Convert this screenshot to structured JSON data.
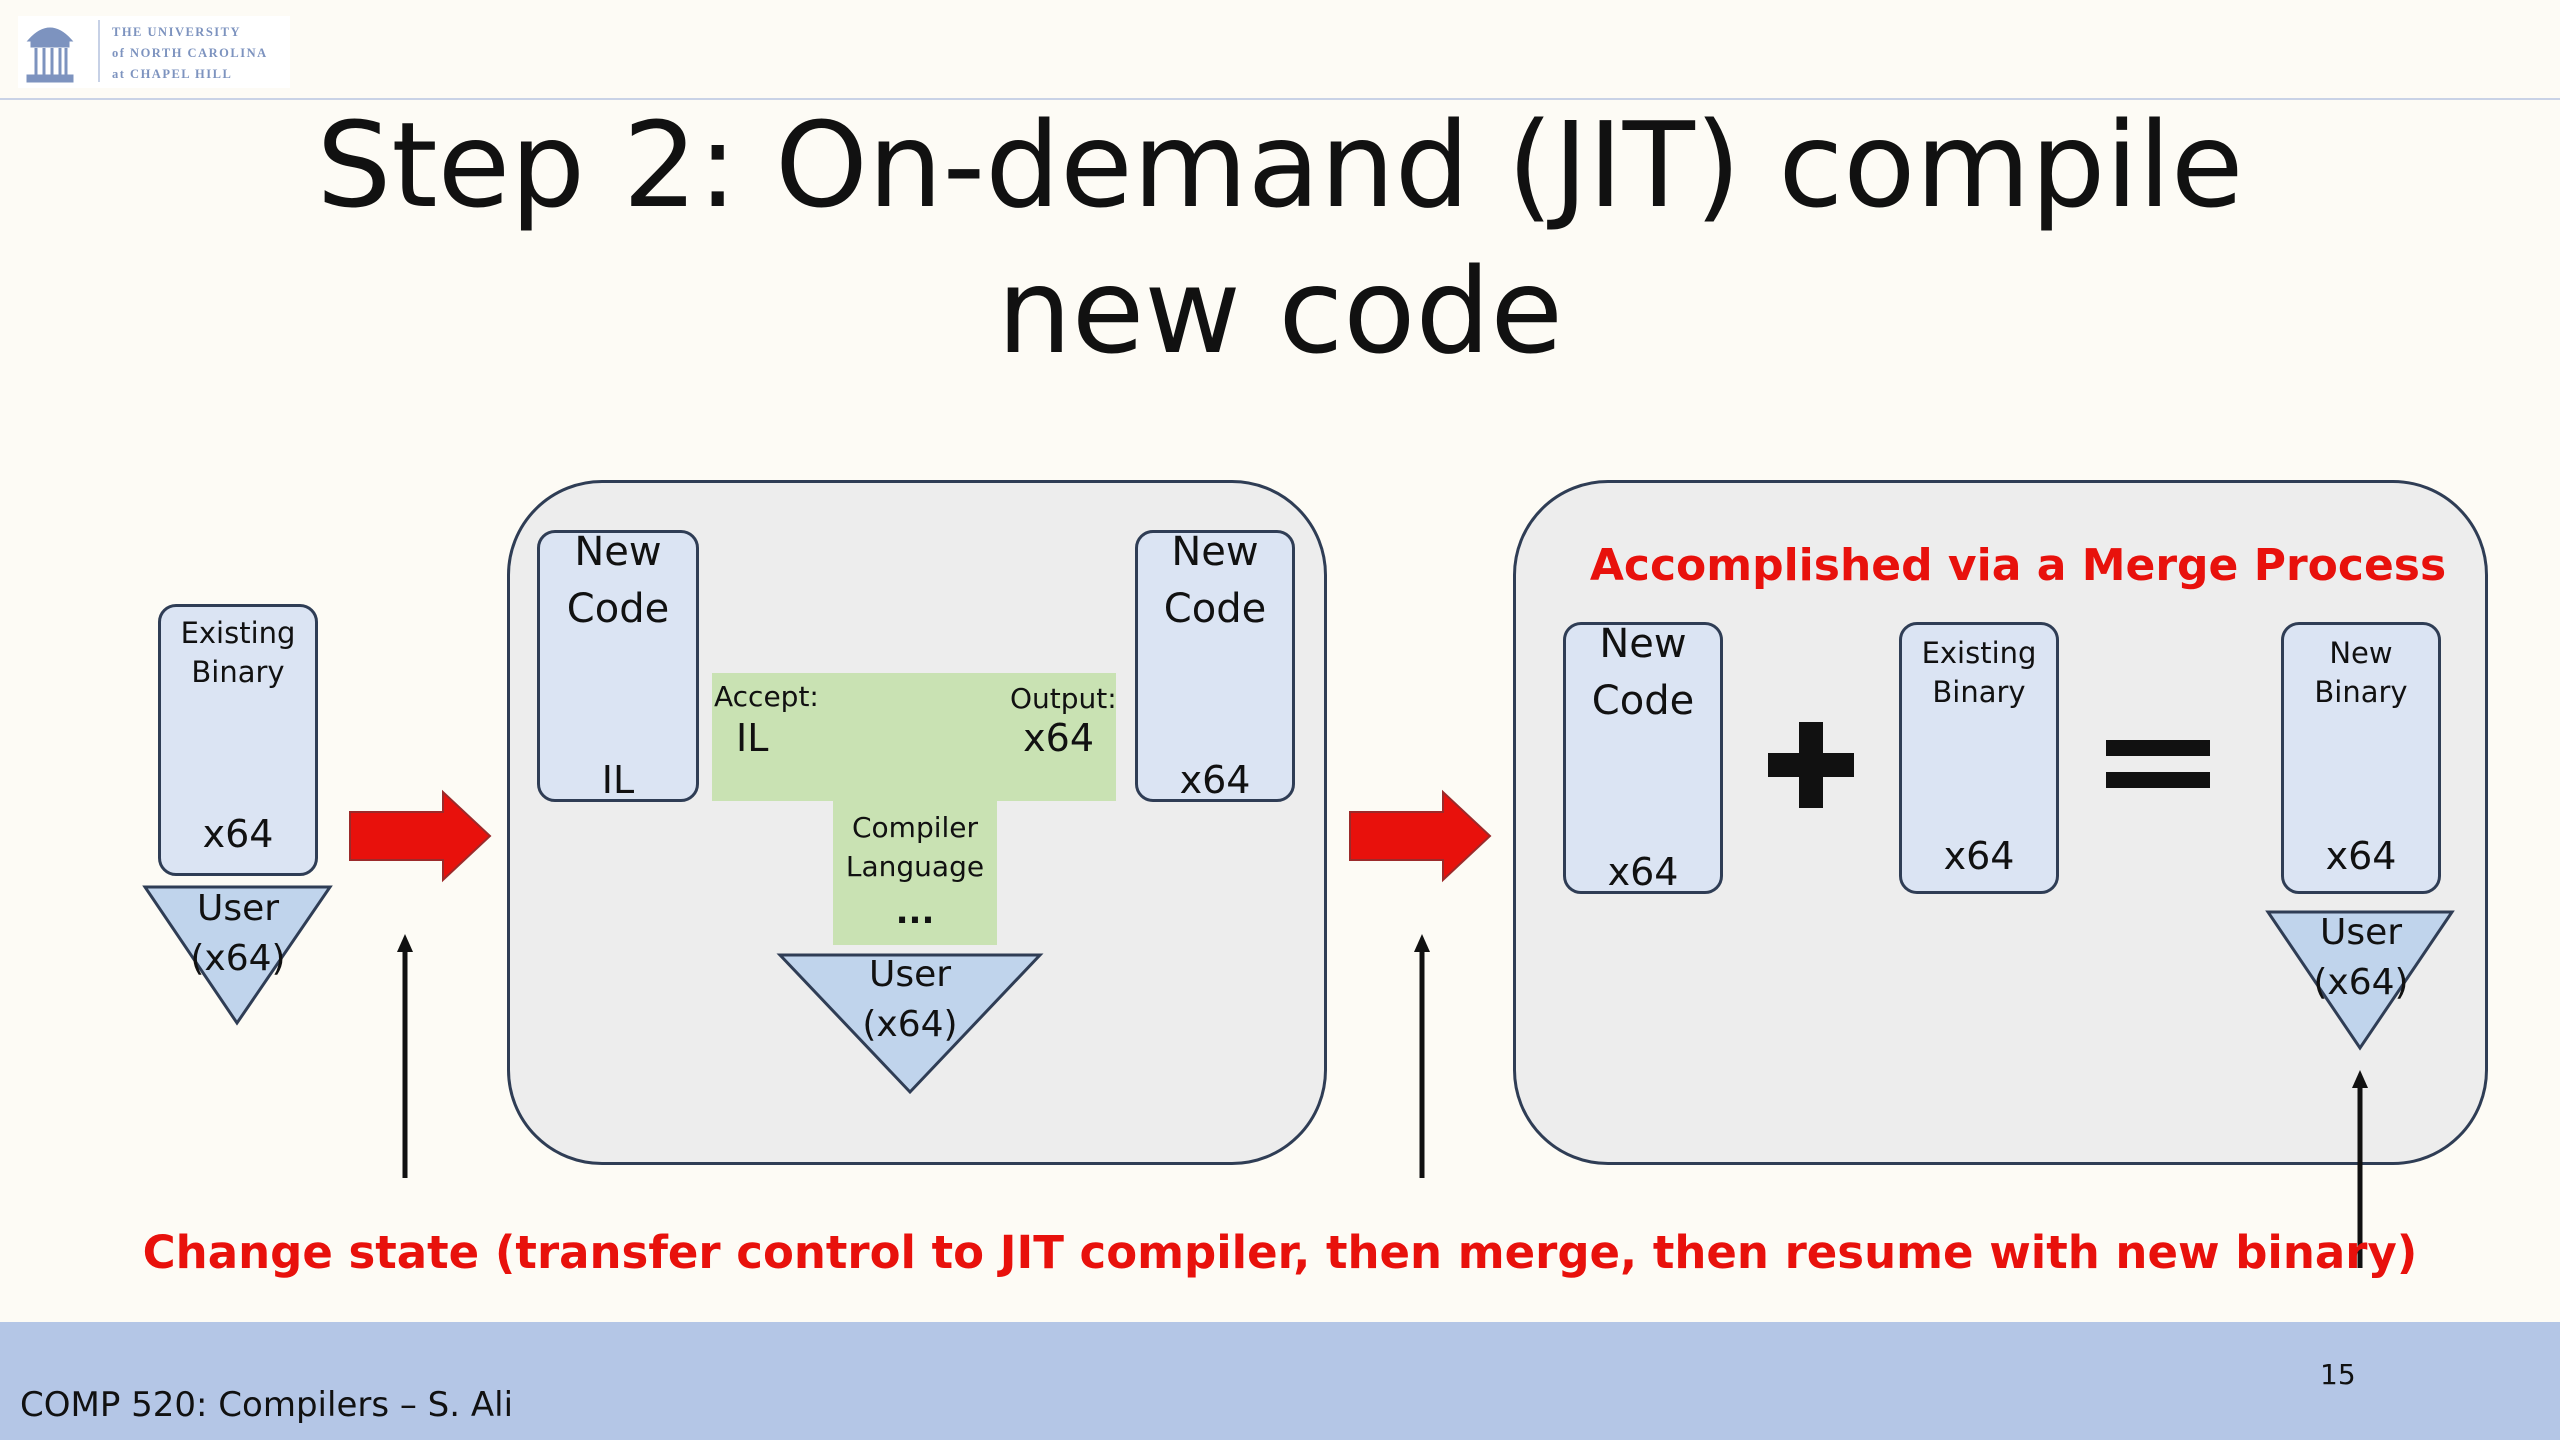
{
  "header": {
    "logo_lines": [
      "THE UNIVERSITY",
      "of NORTH CAROLINA",
      "at CHAPEL HILL"
    ],
    "title_line1": "Step 2: On-demand (JIT) compile",
    "title_line2": "new code"
  },
  "left": {
    "existing_binary_label": "Existing\nBinary",
    "existing_binary_arch": "x64",
    "user_label": "User\n(x64)"
  },
  "middle": {
    "new_code_left_label": "New\nCode",
    "new_code_left_lang": "IL",
    "accept_label": "Accept:",
    "accept_value": "IL",
    "output_label": "Output:",
    "output_value": "x64",
    "compiler_label": "Compiler\nLanguage",
    "compiler_ellipsis": "...",
    "new_code_right_label": "New\nCode",
    "new_code_right_arch": "x64",
    "user_label": "User\n(x64)"
  },
  "right": {
    "merge_title": "Accomplished via a Merge Process",
    "new_code_label": "New\nCode",
    "new_code_arch": "x64",
    "existing_binary_label": "Existing\nBinary",
    "existing_binary_arch": "x64",
    "new_binary_label": "New\nBinary",
    "new_binary_arch": "x64",
    "user_label": "User\n(x64)"
  },
  "caption": "Change state (transfer control to JIT compiler, then merge, then resume with new binary)",
  "footer": {
    "course": "COMP 520: Compilers – S. Ali",
    "slide_number": "15"
  },
  "colors": {
    "background": "#fdfbf5",
    "footer_bar": "#b4c6e6",
    "accent_red": "#e8110c",
    "box_fill": "#dbe4f3",
    "compiler_green": "#c9e2b3",
    "panel_fill": "#ededed"
  },
  "icons": [
    "unc-old-well-logo",
    "right-arrow-icon",
    "plus-icon",
    "equals-icon",
    "up-arrow-icon"
  ]
}
